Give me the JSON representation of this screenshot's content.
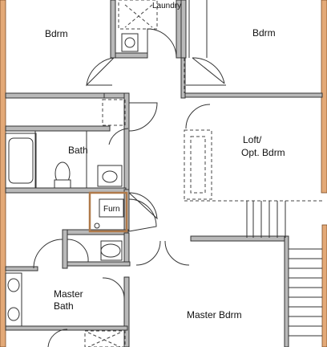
{
  "rooms": {
    "laundry": "Laundry",
    "bdrm_left": "Bdrm",
    "bdrm_right": "Bdrm",
    "bath": "Bath",
    "loft_line1": "Loft/",
    "loft_line2": "Opt. Bdrm",
    "furn": "Furn",
    "master_bath_line1": "Master",
    "master_bath_line2": "Bath",
    "master_bdrm": "Master Bdrm"
  },
  "colors": {
    "wall_fill": "#b9b9b9",
    "exterior_wall": "#e3a977",
    "furnace_outline": "#b07a4a",
    "line": "#333333"
  }
}
